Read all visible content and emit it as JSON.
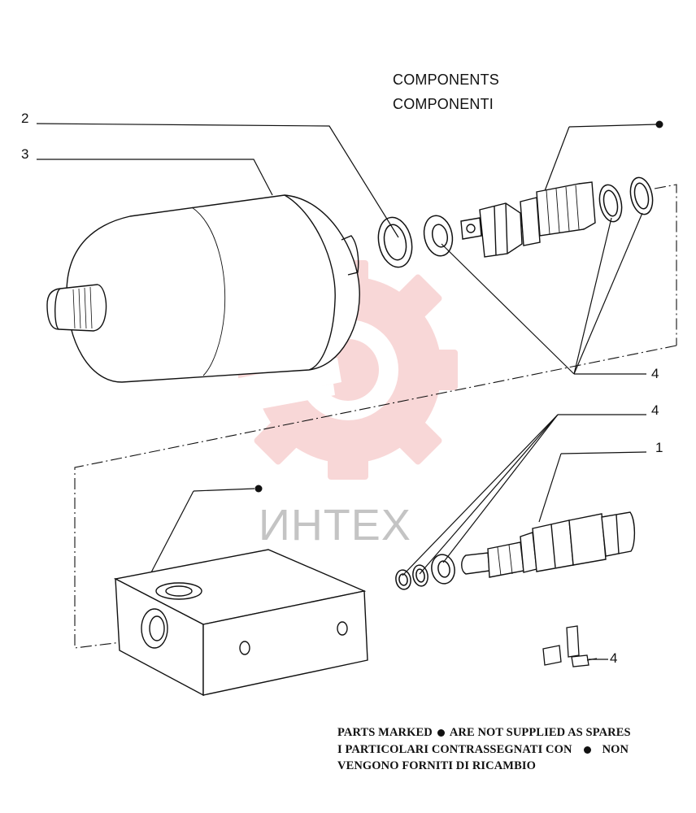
{
  "title": {
    "line_en": "COMPONENTS",
    "line_it": "COMPONENTI"
  },
  "callouts": {
    "c1": "1",
    "c2": "2",
    "c3": "3",
    "c4_upper": "4",
    "c4_middle": "4",
    "c4_pin": "4"
  },
  "watermark": {
    "text": "ИНТЕХ",
    "color": "#f4b8b8"
  },
  "notes": {
    "en_before": "PARTS MARKED",
    "en_after": "ARE NOT SUPPLIED AS SPARES",
    "it_line1_before": "I PARTICOLARI CONTRASSEGNATI CON",
    "it_line1_after": "NON",
    "it_line2": "VENGONO FORNITI DI RICAMBIO"
  }
}
